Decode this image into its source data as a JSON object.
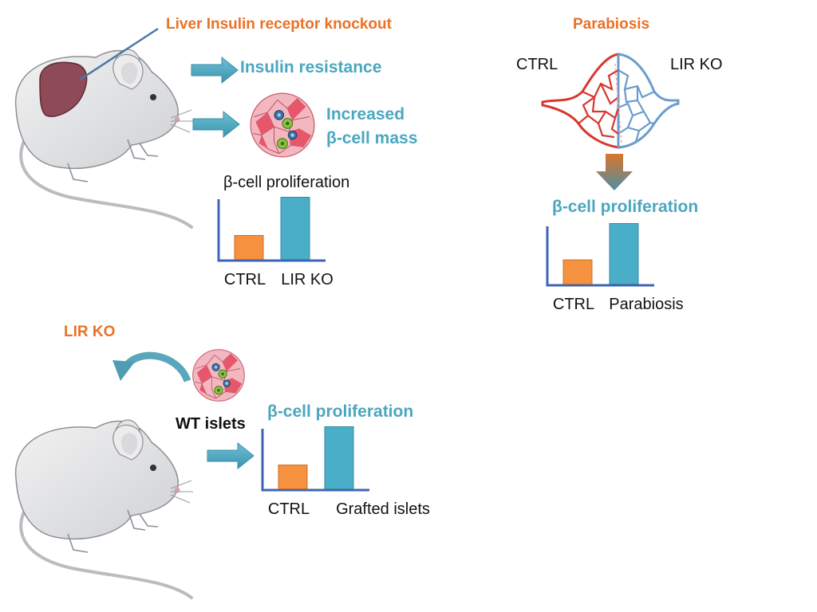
{
  "colors": {
    "orange": "#ea7126",
    "teal": "#4aa7bf",
    "bar_ctrl": "#f5913f",
    "bar_ko": "#4aaec8",
    "liver": "#8f4a58"
  },
  "panel_a": {
    "title": "Liver Insulin receptor knockout",
    "effect_1": "Insulin resistance",
    "effect_2_line1": "Increased",
    "effect_2_line2": "β-cell mass",
    "chart_title": "β-cell proliferation"
  },
  "panel_b": {
    "title": "Parabiosis",
    "left_label": "CTRL",
    "right_label": "LIR KO",
    "chart_title": "β-cell proliferation"
  },
  "panel_c": {
    "title": "LIR KO",
    "islets_label": "WT islets",
    "chart_title": "β-cell proliferation"
  },
  "icons": [
    "mouse-icon",
    "liver-icon",
    "islet-icon",
    "arrow-right-icon",
    "curved-arrow-icon",
    "parabiosis-vessels-icon",
    "arrow-down-icon"
  ],
  "chart_data": [
    {
      "type": "bar",
      "title": "β-cell proliferation",
      "categories": [
        "CTRL",
        "LIR KO"
      ],
      "values": [
        1,
        2.6
      ],
      "ylim": [
        0,
        2.6
      ],
      "colors": [
        "#f5913f",
        "#4aaec8"
      ]
    },
    {
      "type": "bar",
      "title": "β-cell proliferation",
      "categories": [
        "CTRL",
        "Parabiosis"
      ],
      "values": [
        1,
        2.5
      ],
      "ylim": [
        0,
        2.5
      ],
      "colors": [
        "#f5913f",
        "#4aaec8"
      ]
    },
    {
      "type": "bar",
      "title": "β-cell proliferation",
      "categories": [
        "CTRL",
        "Grafted islets"
      ],
      "values": [
        1,
        2.6
      ],
      "ylim": [
        0,
        2.6
      ],
      "colors": [
        "#f5913f",
        "#4aaec8"
      ]
    }
  ]
}
